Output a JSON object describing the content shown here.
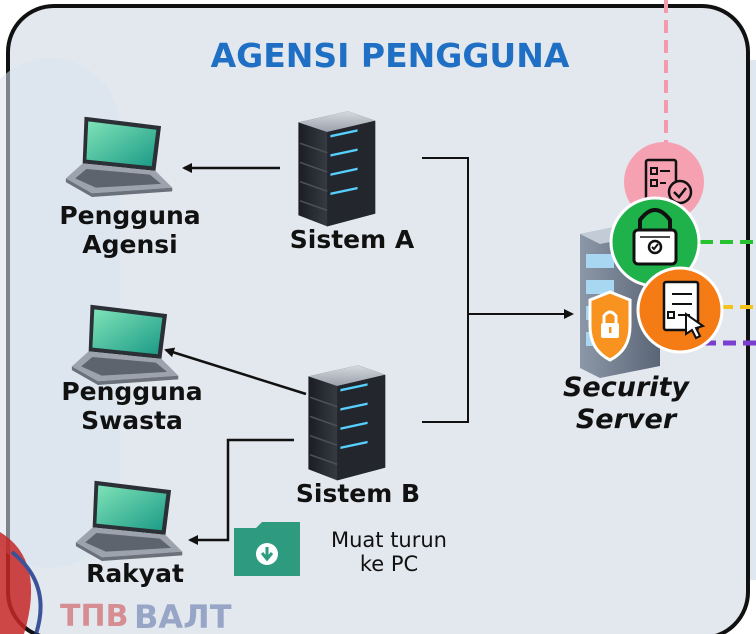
{
  "title": "AGENSI PENGGUNA",
  "nodes": {
    "pengguna_agensi": [
      "Pengguna",
      "Agensi"
    ],
    "pengguna_swasta": [
      "Pengguna",
      "Swasta"
    ],
    "rakyat": "Rakyat",
    "sistem_a": "Sistem A",
    "sistem_b": "Sistem B",
    "security_server": [
      "Security",
      "Server"
    ]
  },
  "download": [
    "Muat turun",
    "ke PC"
  ],
  "colors": {
    "title": "#1f6fc4",
    "panel_fill": "#e3e8ee",
    "pink_line": "#f39aae",
    "green_line": "#27c22f",
    "yellow_line": "#f3c21c",
    "purple_line": "#7b3fd0",
    "icon_pink": "#f6a1b2",
    "icon_green": "#1fb14a",
    "icon_orange": "#f57c14",
    "folder": "#2e9a80"
  },
  "icons": [
    "laptop-icon",
    "server-icon",
    "document-check-icon",
    "lock-icon",
    "checklist-click-icon",
    "shield-lock-icon",
    "download-folder-icon"
  ]
}
